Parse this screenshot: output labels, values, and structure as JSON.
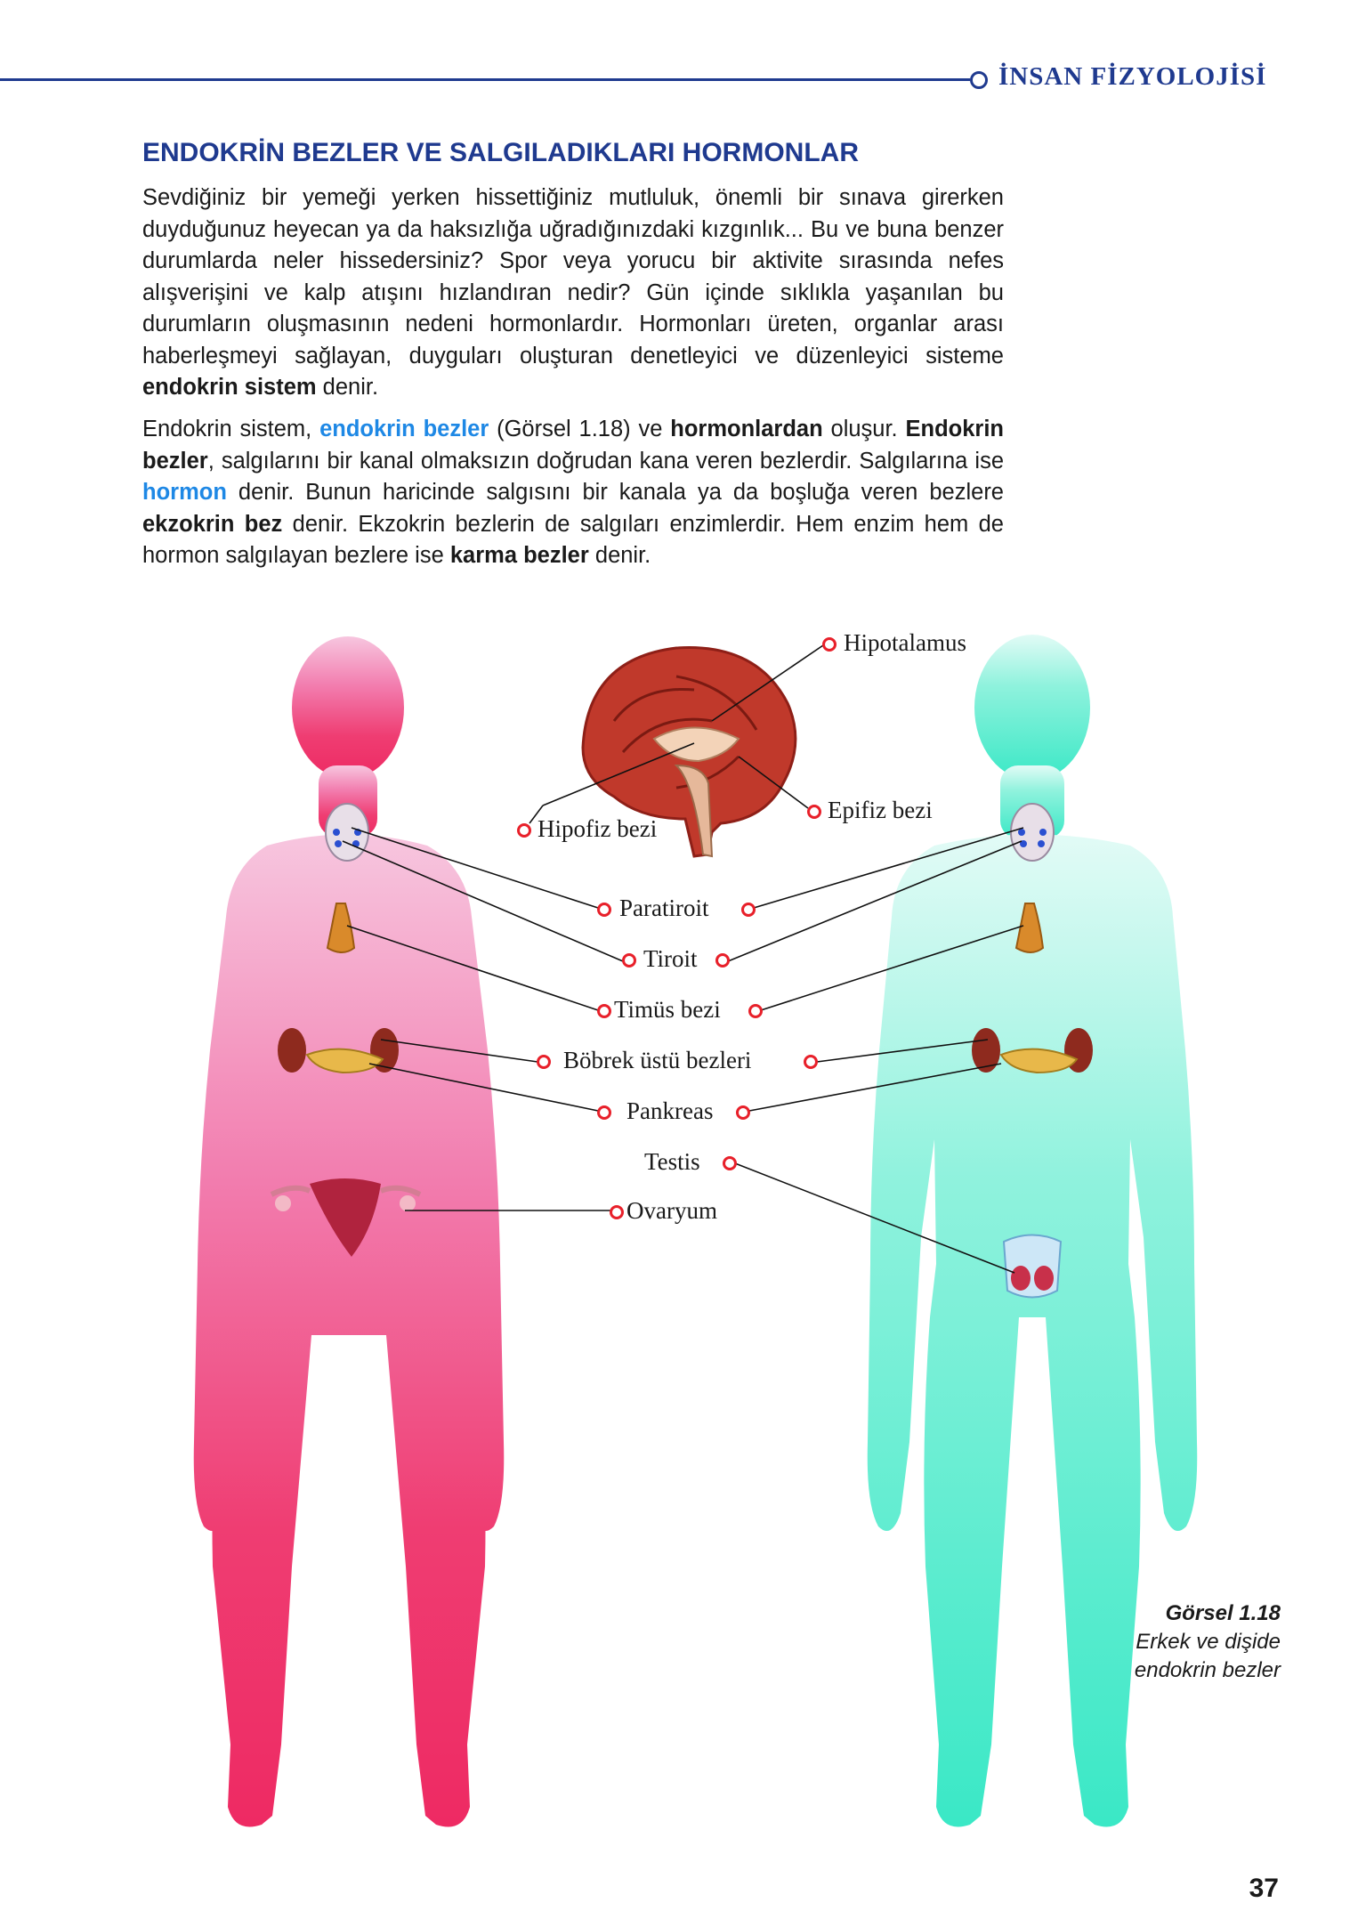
{
  "header": {
    "title": "İNSAN FİZYOLOJİSİ"
  },
  "section": {
    "title": "ENDOKRİN BEZLER VE SALGILADIKLARI HORMONLAR"
  },
  "para1": {
    "text1": "Sevdiğiniz bir yemeği yerken hissettiğiniz mutluluk, önemli bir sınava girerken duyduğunuz heyecan ya da haksızlığa uğradığınızdaki kızgınlık... Bu ve buna benzer durumlarda neler hissedersiniz? Spor veya yorucu bir aktivite sırasında nefes alışverişini ve kalp atışını hızlandıran nedir? Gün içinde sıklıkla yaşanılan bu durumların oluşmasının nedeni hormonlardır. Hormonları üreten, organlar arası haberleşmeyi sağlayan, duyguları oluşturan denetleyici ve düzenleyici sisteme ",
    "bold1": "endokrin sistem",
    "text2": " denir."
  },
  "para2": {
    "t1": "Endokrin sistem, ",
    "h1": "endokrin bezler",
    "t2": " (Görsel 1.18) ve ",
    "b1": "hormonlardan",
    "t3": " oluşur. ",
    "b2": "Endokrin bezler",
    "t4": ", salgılarını bir kanal olmaksızın doğrudan kana veren bezlerdir. Salgılarına ise ",
    "h2": "hormon",
    "t5": " denir. Bunun haricinde salgısını bir kanala ya da boşluğa veren bezlere ",
    "b3": "ekzokrin bez",
    "t6": " denir. Ekzokrin bezlerin de salgıları enzimlerdir. Hem enzim hem de hormon salgılayan bezlere ise ",
    "b4": "karma bezler",
    "t7": " denir."
  },
  "labels": {
    "hipotalamus": "Hipotalamus",
    "hipofiz": "Hipofiz bezi",
    "epifiz": "Epifiz bezi",
    "paratiroit": "Paratiroit",
    "tiroit": "Tiroit",
    "timus": "Timüs bezi",
    "bobrek": "Böbrek üstü bezleri",
    "pankreas": "Pankreas",
    "testis": "Testis",
    "ovaryum": "Ovaryum"
  },
  "caption": {
    "title": "Görsel 1.18",
    "line1": "Erkek ve dişide",
    "line2": "endokrin bezler"
  },
  "page_number": "37",
  "colors": {
    "heading_blue": "#1f3a8f",
    "highlight_blue": "#1e88e5",
    "female_body_top": "#f7c6df",
    "female_body_bottom": "#ee2a63",
    "male_body_top": "#d8faf3",
    "male_body_bottom": "#3ae8c6",
    "marker_red": "#e8202a"
  }
}
